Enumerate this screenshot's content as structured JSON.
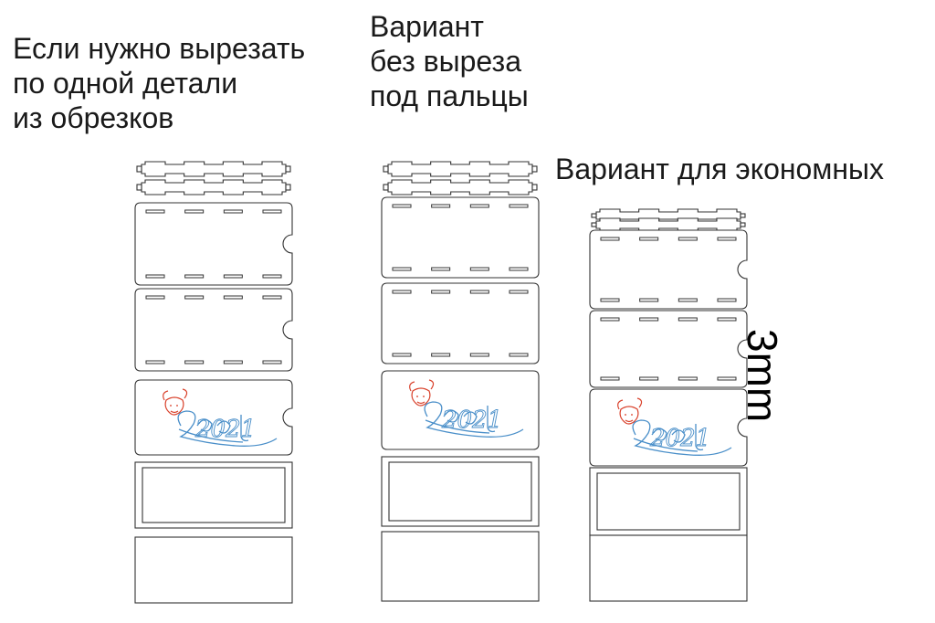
{
  "labels": {
    "left_variant": [
      "Если нужно вырезать",
      "по одной детали",
      "из обрезков"
    ],
    "middle_variant": [
      "Вариант",
      "без выреза",
      "под пальцы"
    ],
    "right_variant": "Вариант для экономных",
    "thickness": "3mm"
  },
  "engraving": {
    "year_text": "2021",
    "colors": {
      "year": "#4a8fc9",
      "bull": "#d9412b",
      "outline": "#333333"
    }
  }
}
